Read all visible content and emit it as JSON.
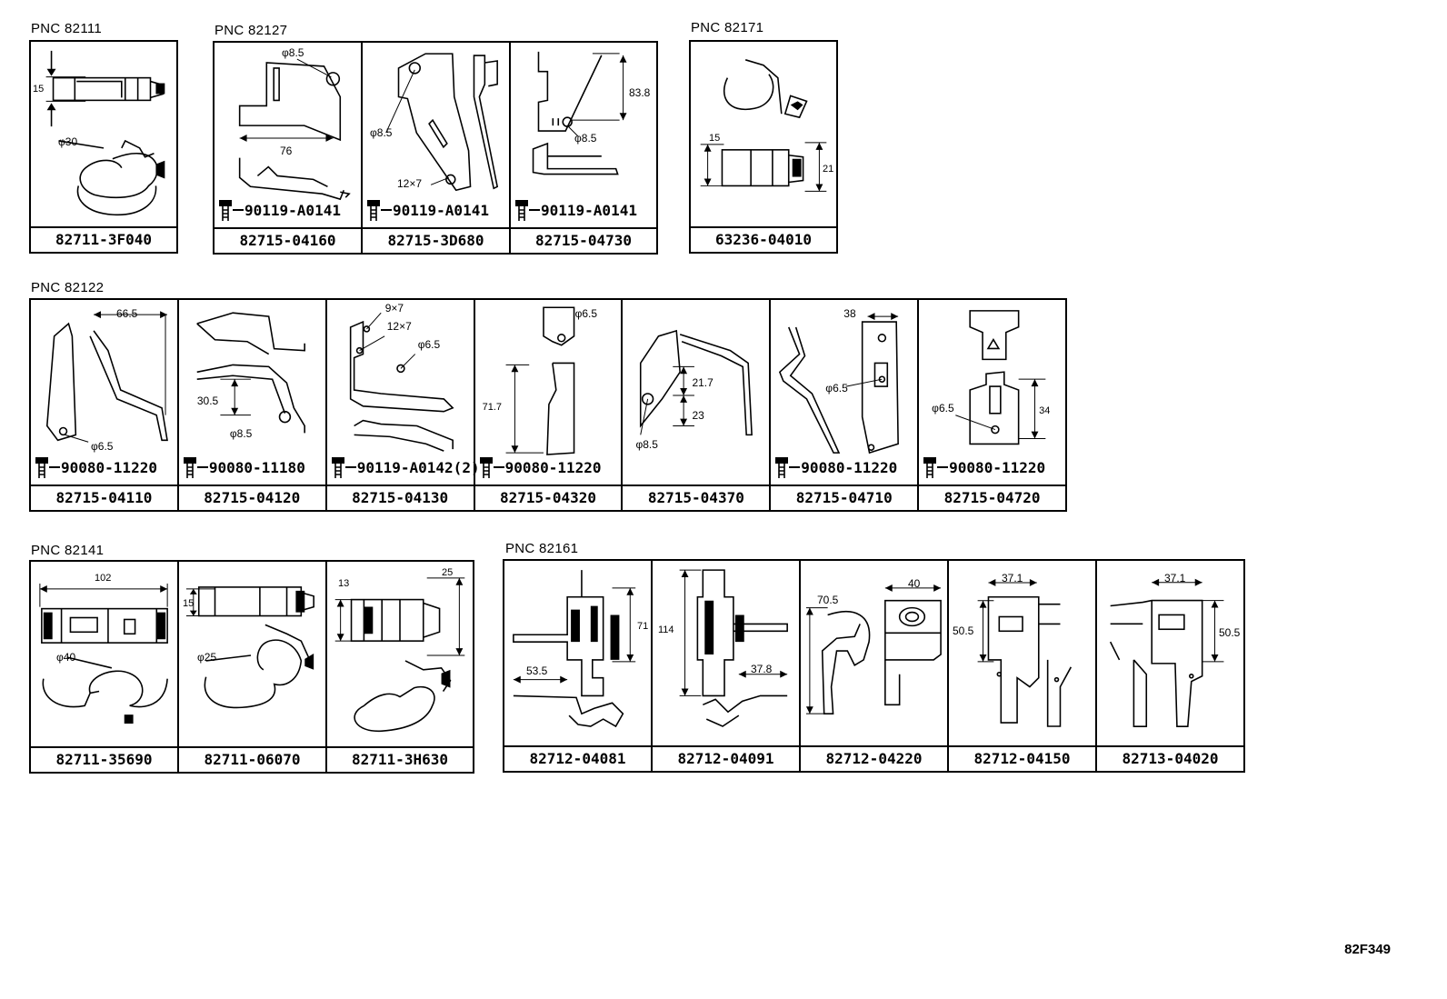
{
  "figure_id": "82F349",
  "groups": [
    {
      "pnc": "PNC 82111",
      "cells": [
        {
          "part": "82711-3F040",
          "dims": [
            "15",
            "φ30"
          ]
        }
      ]
    },
    {
      "pnc": "PNC 82127",
      "cells": [
        {
          "part": "82715-04160",
          "bolt": "90119-A0141",
          "dims": [
            "φ8.5",
            "76"
          ]
        },
        {
          "part": "82715-3D680",
          "bolt": "90119-A0141",
          "dims": [
            "φ8.5",
            "12×7"
          ]
        },
        {
          "part": "82715-04730",
          "bolt": "90119-A0141",
          "dims": [
            "83.8",
            "φ8.5"
          ]
        }
      ]
    },
    {
      "pnc": "PNC 82171",
      "cells": [
        {
          "part": "63236-04010",
          "dims": [
            "15",
            "21"
          ]
        }
      ]
    },
    {
      "pnc": "PNC 82122",
      "cells": [
        {
          "part": "82715-04110",
          "bolt": "90080-11220",
          "dims": [
            "66.5",
            "φ6.5"
          ]
        },
        {
          "part": "82715-04120",
          "bolt": "90080-11180",
          "dims": [
            "30.5",
            "φ8.5"
          ]
        },
        {
          "part": "82715-04130",
          "bolt": "90119-A0142(2)",
          "dims": [
            "9×7",
            "12×7",
            "φ6.5"
          ]
        },
        {
          "part": "82715-04320",
          "bolt": "90080-11220",
          "dims": [
            "φ6.5",
            "71.7"
          ]
        },
        {
          "part": "82715-04370",
          "dims": [
            "21.7",
            "23",
            "φ8.5"
          ]
        },
        {
          "part": "82715-04710",
          "bolt": "90080-11220",
          "dims": [
            "38",
            "φ6.5"
          ]
        },
        {
          "part": "82715-04720",
          "bolt": "90080-11220",
          "dims": [
            "φ6.5",
            "34"
          ]
        }
      ]
    },
    {
      "pnc": "PNC 82141",
      "cells": [
        {
          "part": "82711-35690",
          "dims": [
            "102",
            "φ40"
          ]
        },
        {
          "part": "82711-06070",
          "dims": [
            "15",
            "φ25"
          ]
        },
        {
          "part": "82711-3H630",
          "dims": [
            "13",
            "25"
          ]
        }
      ]
    },
    {
      "pnc": "PNC 82161",
      "cells": [
        {
          "part": "82712-04081",
          "dims": [
            "71",
            "53.5"
          ]
        },
        {
          "part": "82712-04091",
          "dims": [
            "114",
            "37.8"
          ]
        },
        {
          "part": "82712-04220",
          "dims": [
            "70.5",
            "40"
          ]
        },
        {
          "part": "82712-04150",
          "dims": [
            "37.1",
            "50.5"
          ]
        },
        {
          "part": "82713-04020",
          "dims": [
            "37.1",
            "50.5"
          ]
        }
      ]
    }
  ]
}
